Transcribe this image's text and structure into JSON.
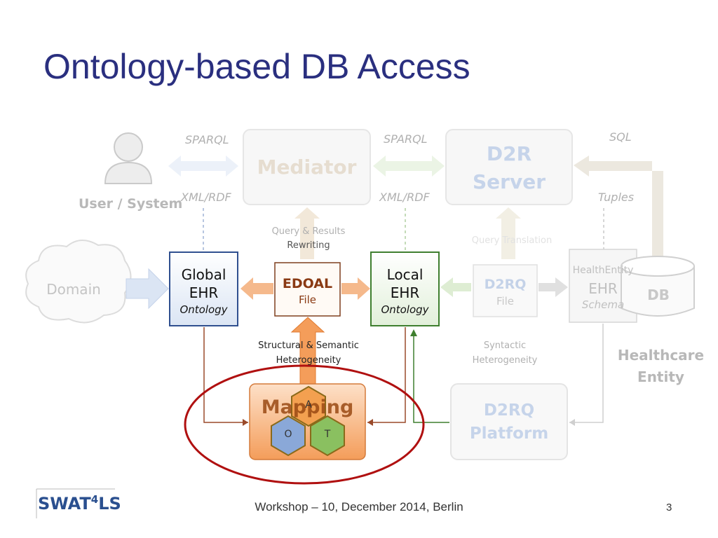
{
  "slide": {
    "title": "Ontology-based DB Access",
    "footer": "Workshop – 10, December 2014, Berlin",
    "page_number": "3"
  },
  "logo": {
    "text_left": "SWAT",
    "superscript": "4",
    "text_right": "LS"
  },
  "actor": {
    "label": "User / System"
  },
  "domain": {
    "label": "Domain"
  },
  "edges": {
    "sparql_left": "SPARQL",
    "xmlrdf_left": "XML/RDF",
    "sparql_mid": "SPARQL",
    "xmlrdf_mid": "XML/RDF",
    "sql": "SQL",
    "tuples": "Tuples",
    "query_results_rewriting": [
      "Query & Results",
      "Rewriting"
    ],
    "query_translation": "Query Translation",
    "structural_semantic": [
      "Structural & Semantic",
      "Heterogeneity"
    ],
    "syntactic": [
      "Syntactic",
      "Heterogeneity"
    ]
  },
  "nodes": {
    "mediator": "Mediator",
    "d2r_server": [
      "D2R",
      "Server"
    ],
    "global_ehr": [
      "Global",
      "EHR",
      "Ontology"
    ],
    "edoal": [
      "EDOAL",
      "File"
    ],
    "local_ehr": [
      "Local",
      "EHR",
      "Ontology"
    ],
    "d2rq_file": [
      "D2RQ",
      "File"
    ],
    "health_entity": [
      "HealthEntity",
      "EHR",
      "Schema"
    ],
    "db": "DB",
    "healthcare_entity": [
      "Healthcare",
      "Entity"
    ],
    "mapping": "Mapping",
    "d2rq_platform": [
      "D2RQ",
      "Platform"
    ],
    "hex": [
      "A",
      "O",
      "T"
    ]
  },
  "colors": {
    "title": "#2a2f7f",
    "global_border": "#2f4f8f",
    "local_border": "#3f7f2f",
    "edoal_border": "#7f3f1f",
    "mapping_orange": "#f39b5a",
    "circle_red": "#b01010",
    "faded": "#d0d0d0"
  }
}
